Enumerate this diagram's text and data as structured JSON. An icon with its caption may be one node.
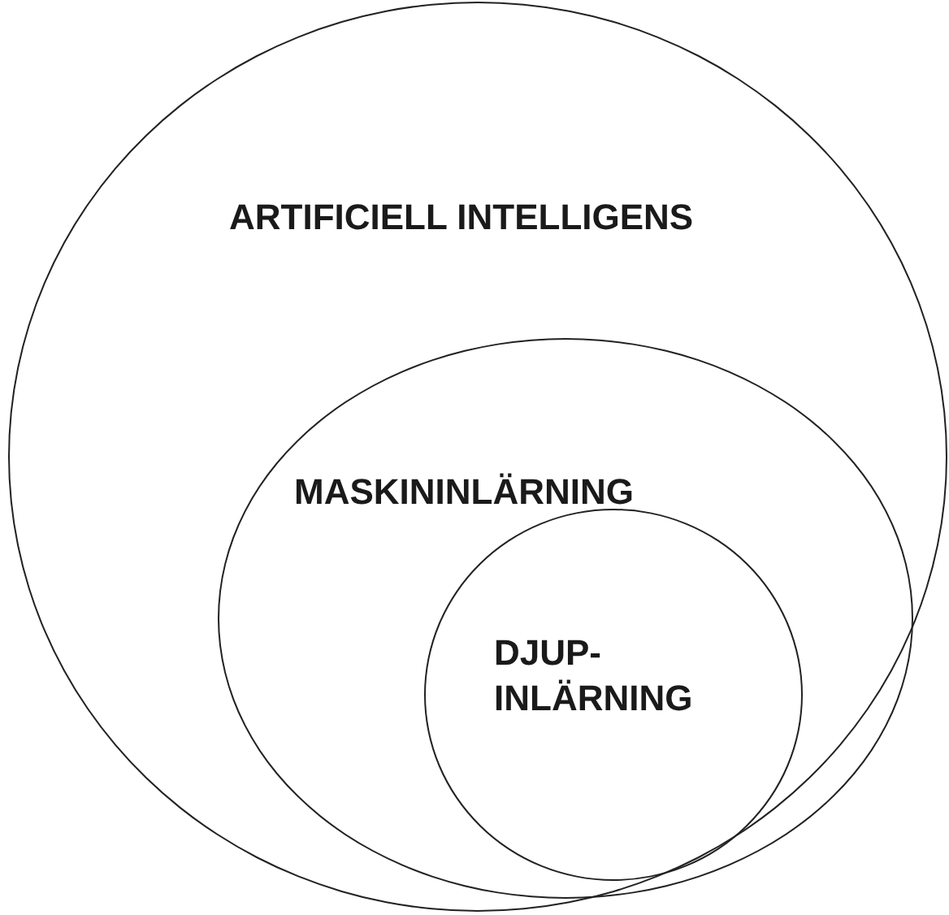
{
  "diagram": {
    "nodes": [
      {
        "text": [
          "ARTIFICIELL INTELLIGENS"
        ]
      },
      {
        "text": [
          "MASKININLÄRNING"
        ],
        "in": 0
      },
      {
        "text": [
          "DJUP- INLÄRNING"
        ],
        "in": 1
      }
    ]
  }
}
